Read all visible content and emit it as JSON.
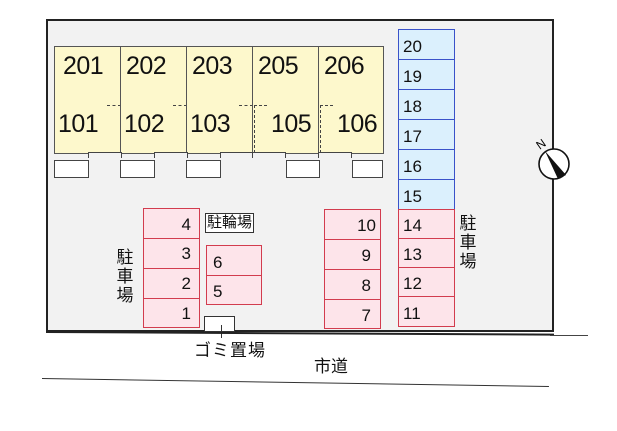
{
  "site_plan": {
    "units_upper": [
      "201",
      "202",
      "203",
      "205",
      "206"
    ],
    "units_lower": [
      "101",
      "102",
      "103",
      "105",
      "106"
    ],
    "parking_left": [
      "4",
      "3",
      "2",
      "1"
    ],
    "parking_left_label": "駐車場",
    "bicycle_parking_label": "駐輪場",
    "bicycle_spaces": [
      "6",
      "5"
    ],
    "parking_middle": [
      "10",
      "9",
      "8",
      "7"
    ],
    "parking_right_blue": [
      "20",
      "19",
      "18",
      "17",
      "16",
      "15"
    ],
    "parking_right_pink": [
      "14",
      "13",
      "12",
      "11"
    ],
    "parking_right_label": "駐車場",
    "garbage_label": "ゴミ置場",
    "road_label": "市道",
    "compass": {
      "label": "N",
      "icon": "north-arrow-icon"
    }
  },
  "colors": {
    "unit_fill": "#fdf8cc",
    "parking_pink_fill": "#fde4ea",
    "parking_pink_border": "#d23c4e",
    "parking_blue_fill": "#dbf0fd",
    "parking_blue_border": "#3a52c9",
    "lot_fill": "#f2f2f2"
  }
}
